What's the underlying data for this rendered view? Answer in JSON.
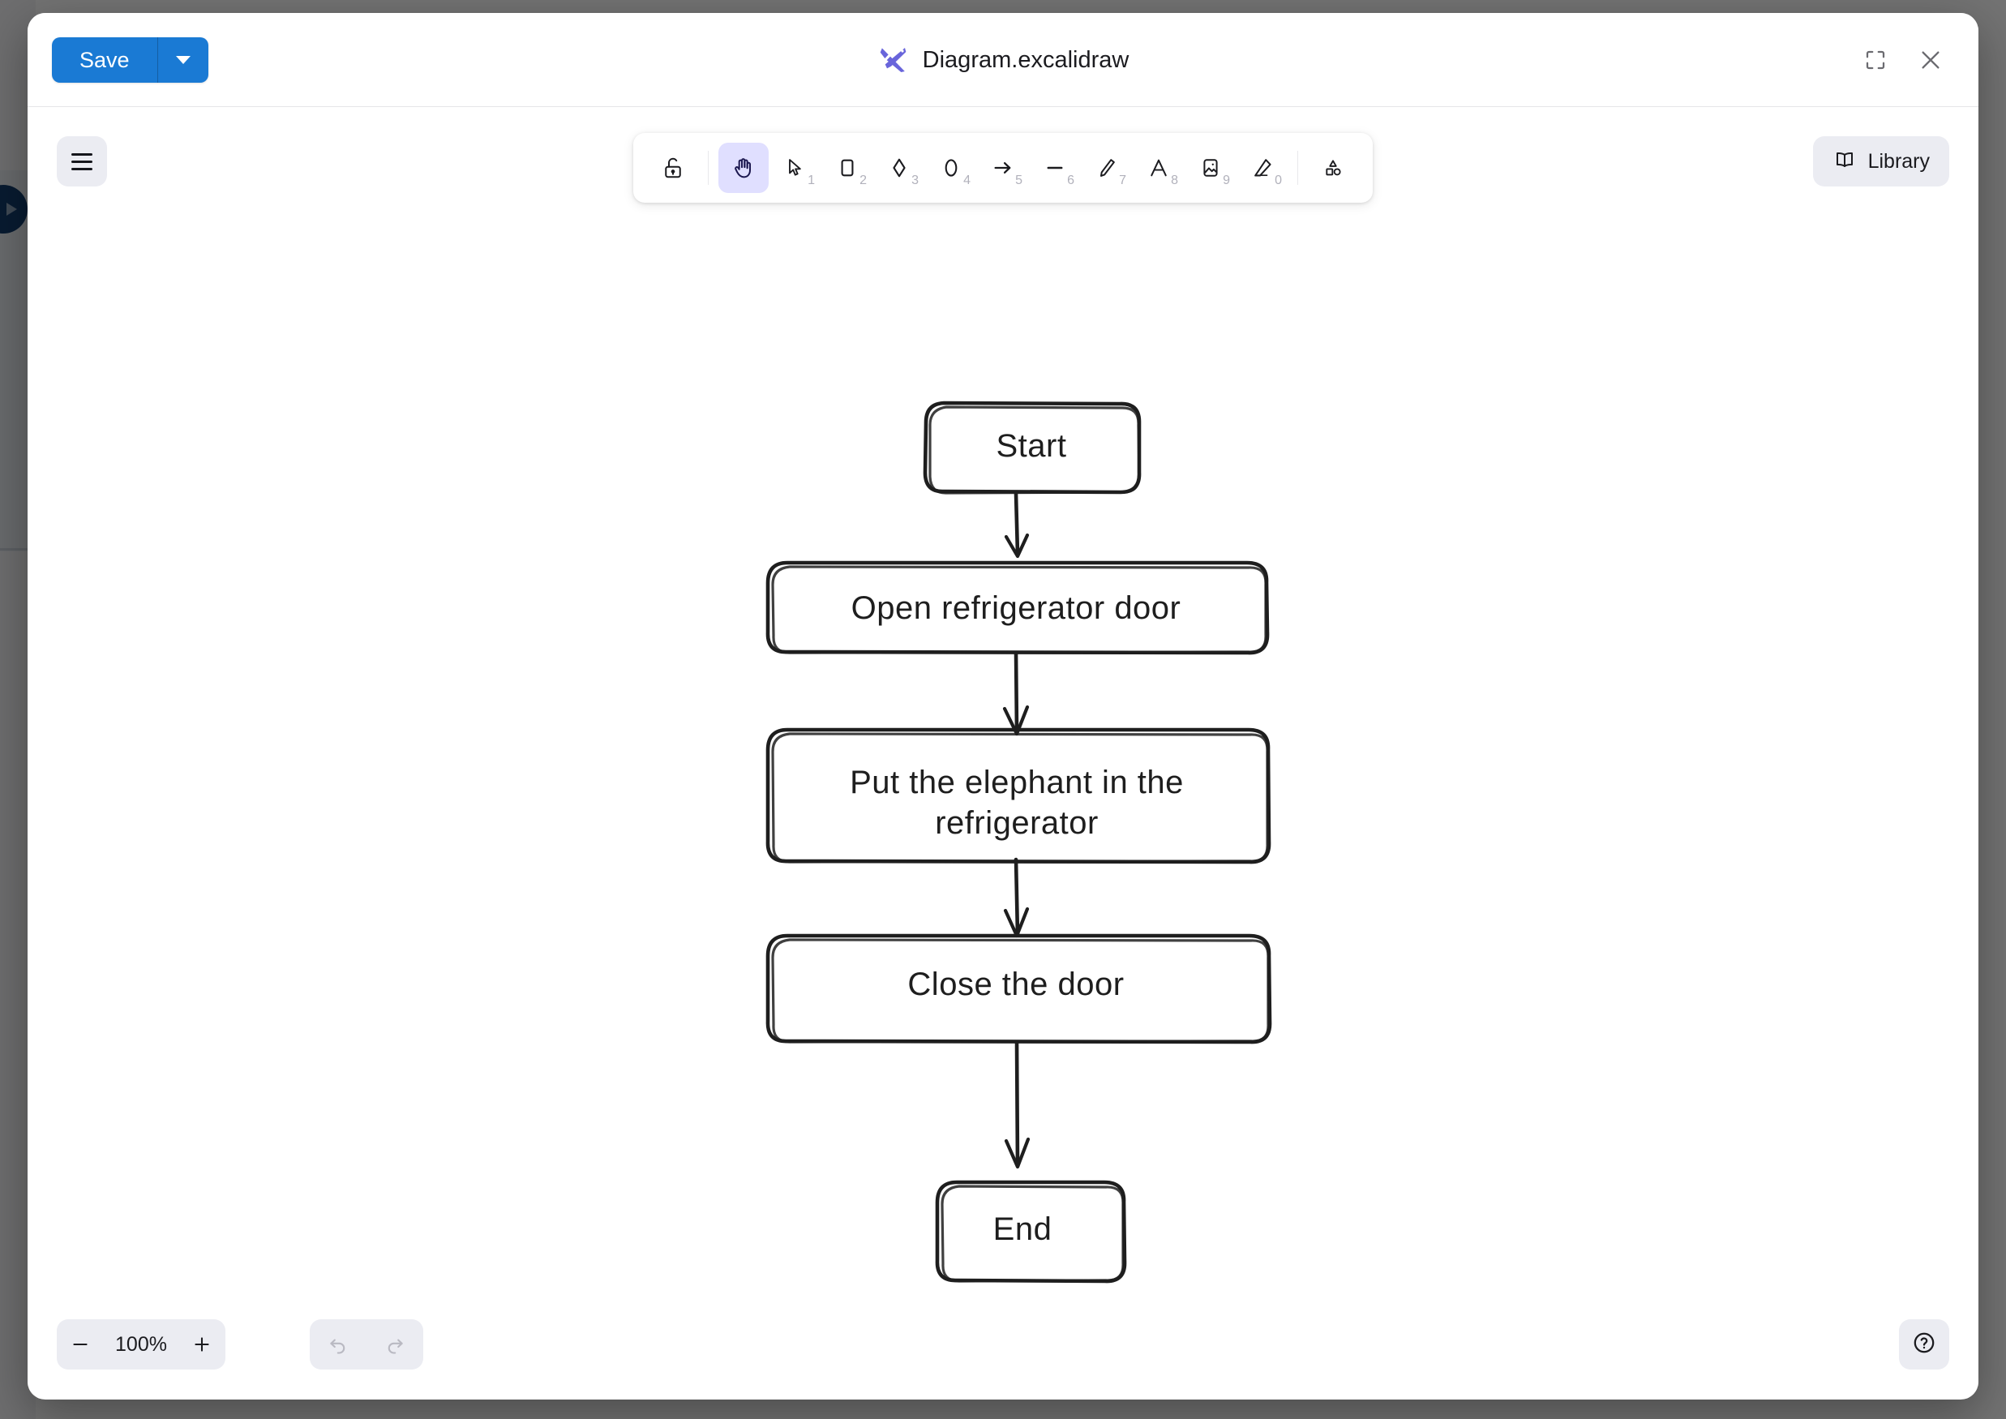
{
  "window": {
    "title": "Diagram.excalidraw",
    "logo_icon": "excalidraw-logo-icon",
    "save_label": "Save",
    "save_caret_icon": "chevron-down-icon",
    "fullscreen_icon": "fullscreen-icon",
    "close_icon": "close-icon"
  },
  "canvas": {
    "menu_icon": "hamburger-menu-icon",
    "library": {
      "label": "Library",
      "icon": "book-icon"
    },
    "help_icon": "help-circle-icon",
    "zoom": {
      "out_icon": "minus-icon",
      "value": "100%",
      "in_icon": "plus-icon"
    },
    "history": {
      "undo_icon": "undo-icon",
      "redo_icon": "redo-icon",
      "undo_enabled": false,
      "redo_enabled": false
    }
  },
  "toolbar": {
    "active_tool": "hand",
    "tools": [
      {
        "name": "lock",
        "icon": "lock-open-icon",
        "shortcut": "",
        "active": false
      },
      {
        "name": "hand",
        "icon": "hand-icon",
        "shortcut": "",
        "active": true
      },
      {
        "name": "selection",
        "icon": "cursor-arrow-icon",
        "shortcut": "1",
        "active": false
      },
      {
        "name": "rectangle",
        "icon": "rectangle-icon",
        "shortcut": "2",
        "active": false
      },
      {
        "name": "diamond",
        "icon": "diamond-icon",
        "shortcut": "3",
        "active": false
      },
      {
        "name": "ellipse",
        "icon": "ellipse-icon",
        "shortcut": "4",
        "active": false
      },
      {
        "name": "arrow",
        "icon": "arrow-right-icon",
        "shortcut": "5",
        "active": false
      },
      {
        "name": "line",
        "icon": "line-icon",
        "shortcut": "6",
        "active": false
      },
      {
        "name": "draw",
        "icon": "pencil-icon",
        "shortcut": "7",
        "active": false
      },
      {
        "name": "text",
        "icon": "text-icon",
        "shortcut": "8",
        "active": false
      },
      {
        "name": "image",
        "icon": "image-icon",
        "shortcut": "9",
        "active": false
      },
      {
        "name": "eraser",
        "icon": "eraser-icon",
        "shortcut": "0",
        "active": false
      },
      {
        "name": "shapes",
        "icon": "more-shapes-icon",
        "shortcut": "",
        "active": false
      }
    ]
  },
  "chart_data": {
    "type": "diagram",
    "diagram_kind": "flowchart",
    "style": "hand-drawn",
    "title": "",
    "nodes": [
      {
        "id": "n1",
        "label": "Start",
        "shape": "rounded-rectangle"
      },
      {
        "id": "n2",
        "label": "Open refrigerator door",
        "shape": "rounded-rectangle"
      },
      {
        "id": "n3",
        "label": "Put the elephant in the refrigerator",
        "shape": "rounded-rectangle"
      },
      {
        "id": "n4",
        "label": "Close the door",
        "shape": "rounded-rectangle"
      },
      {
        "id": "n5",
        "label": "End",
        "shape": "rounded-rectangle"
      }
    ],
    "edges": [
      {
        "from": "n1",
        "to": "n2",
        "label": "",
        "arrow": true
      },
      {
        "from": "n2",
        "to": "n3",
        "label": "",
        "arrow": true
      },
      {
        "from": "n3",
        "to": "n4",
        "label": "",
        "arrow": true
      },
      {
        "from": "n4",
        "to": "n5",
        "label": "",
        "arrow": true
      }
    ],
    "stroke_color": "#1e1e1e",
    "fill_color": "#ffffff"
  },
  "colors": {
    "accent_blue": "#1a7ad4",
    "brand_purple": "#6965db",
    "active_tool_bg": "#e0dfff",
    "island_bg": "#ebecf2",
    "canvas_bg": "#ffffff",
    "stroke": "#1e1e1e"
  }
}
